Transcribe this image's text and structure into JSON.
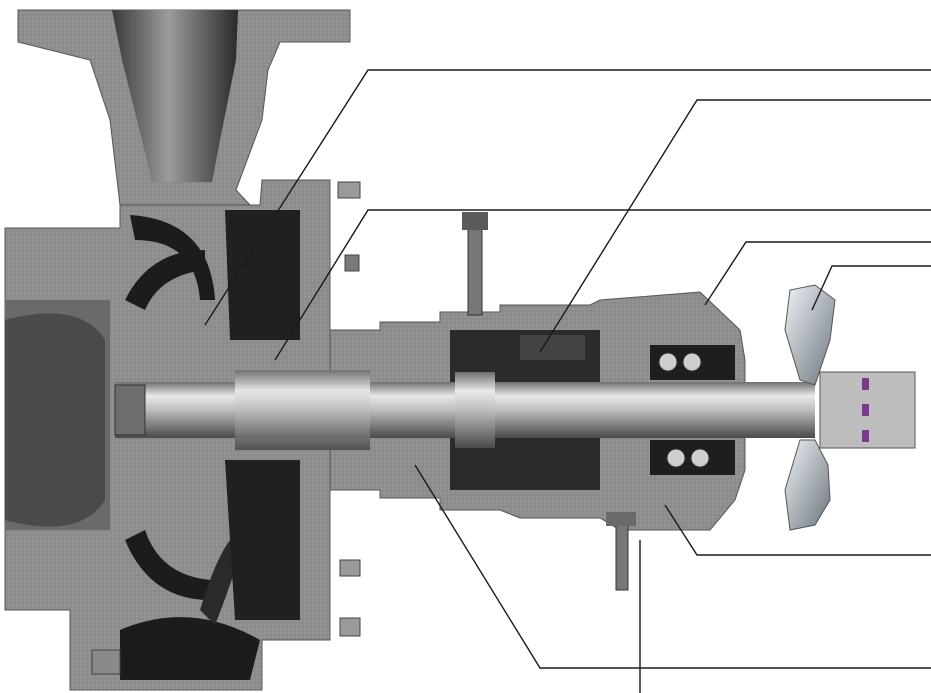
{
  "diagram": {
    "kind": "pump-cutaway",
    "colors": {
      "background": "#ffffff",
      "casting": "#8d8d8d",
      "casting_dark": "#5e5e5e",
      "cavity": "#1c1c1c",
      "shaft": "#c9c9c9",
      "leader": "#1a1a1a",
      "bolt": "#9a9a9a",
      "fan_blade": "#b8c2cc",
      "purple_accent": "#7a3a8a"
    },
    "callouts": [
      {
        "name": "leader-line-1"
      },
      {
        "name": "leader-line-2"
      },
      {
        "name": "leader-line-3"
      },
      {
        "name": "leader-line-4"
      },
      {
        "name": "leader-line-5"
      },
      {
        "name": "leader-line-6"
      },
      {
        "name": "leader-line-7"
      },
      {
        "name": "leader-line-8"
      }
    ]
  }
}
